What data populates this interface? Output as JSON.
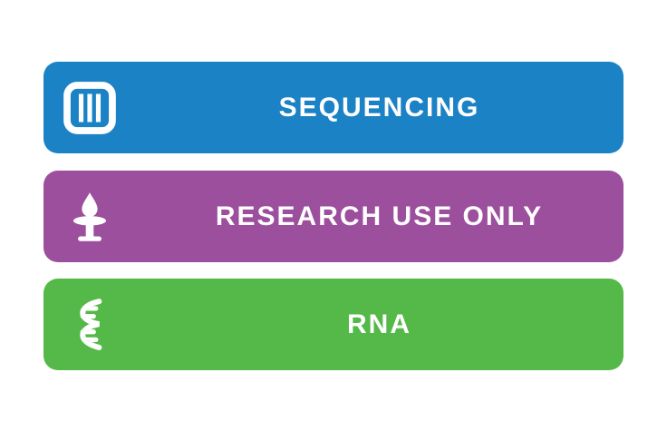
{
  "banners": [
    {
      "label": "SEQUENCING",
      "icon": "flow-cell-icon",
      "color": "#1B82C5"
    },
    {
      "label": "RESEARCH USE ONLY",
      "icon": "droplet-table-icon",
      "color": "#9C4F9D"
    },
    {
      "label": "RNA",
      "icon": "rna-helix-icon",
      "color": "#54B948"
    }
  ]
}
